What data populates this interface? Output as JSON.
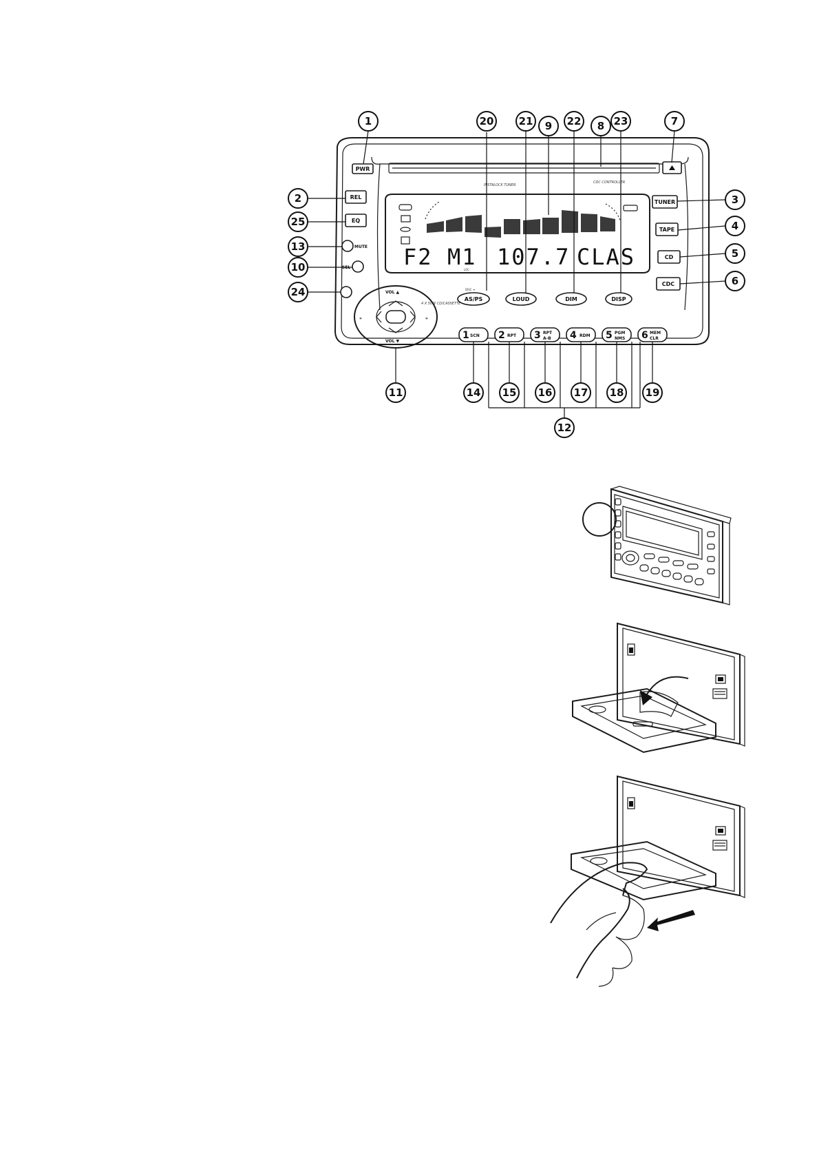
{
  "main_panel": {
    "brand_left": "INSTALOCK TUNER",
    "brand_right": "CDC CONTROLLER",
    "model_text": "4 X 50W CD/CASSETTE",
    "left_buttons": {
      "pwr": "PWR",
      "rel": "REL",
      "eq": "EQ",
      "mute": "MUTE",
      "sel": "SEL"
    },
    "right_buttons": {
      "tuner": "TUNER",
      "tape": "TAPE",
      "cd": "CD",
      "cdc": "CDC"
    },
    "mid_buttons": {
      "disc_indicator": "DISC ➜",
      "as_ps": "AS/PS",
      "loud": "LOUD",
      "dim": "DIM",
      "disp": "DISP"
    },
    "vol_up": "VOL ▲",
    "vol_down": "VOL ▼",
    "preset_buttons": [
      {
        "num": "1",
        "text": "SCN",
        "sub": ""
      },
      {
        "num": "2",
        "text": "RPT",
        "sub": ""
      },
      {
        "num": "3",
        "text": "RPT",
        "sub": "A-B"
      },
      {
        "num": "4",
        "text": "RDM",
        "sub": ""
      },
      {
        "num": "5",
        "text": "PGM",
        "sub": "NMS"
      },
      {
        "num": "6",
        "text": "MEM",
        "sub": "CLR"
      }
    ],
    "display": {
      "band": "F2",
      "memory": "M1",
      "frequency": "107.7",
      "eq_mode": "CLAS",
      "sub_label": "LOC"
    }
  },
  "callouts": {
    "c1": "1",
    "c2": "2",
    "c3": "3",
    "c4": "4",
    "c5": "5",
    "c6": "6",
    "c7": "7",
    "c8": "8",
    "c9": "9",
    "c10": "10",
    "c11": "11",
    "c12": "12",
    "c13": "13",
    "c14": "14",
    "c15": "15",
    "c16": "16",
    "c17": "17",
    "c18": "18",
    "c19": "19",
    "c20": "20",
    "c21": "21",
    "c22": "22",
    "c23": "23",
    "c24": "24",
    "c25": "25"
  }
}
